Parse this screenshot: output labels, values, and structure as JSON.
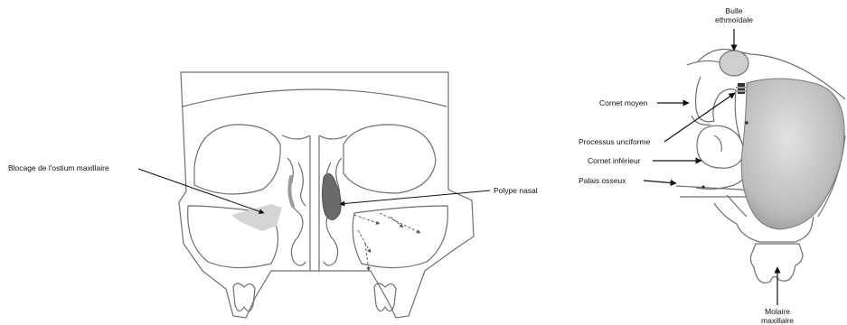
{
  "left_diagram": {
    "labels": {
      "blockage": "Blocage de l'ostium maxillaire",
      "polyp": "Polype nasal"
    },
    "colors": {
      "outline": "#6f6f6f",
      "blockage_fill": "#d8d8d8",
      "polyp_fill": "#6a6a6a",
      "arrow": "#333333"
    }
  },
  "right_diagram": {
    "labels": {
      "bulle_line1": "Bulle",
      "bulle_line2": "ethmoïdale",
      "cornet_moyen": "Cornet moyen",
      "processus": "Processus unciforme",
      "cornet_inferieur": "Cornet inférieur",
      "palais": "Palais osseux",
      "molaire_line1": "Molaire",
      "molaire_line2": "maxillaire"
    },
    "colors": {
      "sinus_fill": "#bdbdbd",
      "bulle_fill": "#cfcfcf",
      "outline": "#6f6f6f"
    }
  }
}
